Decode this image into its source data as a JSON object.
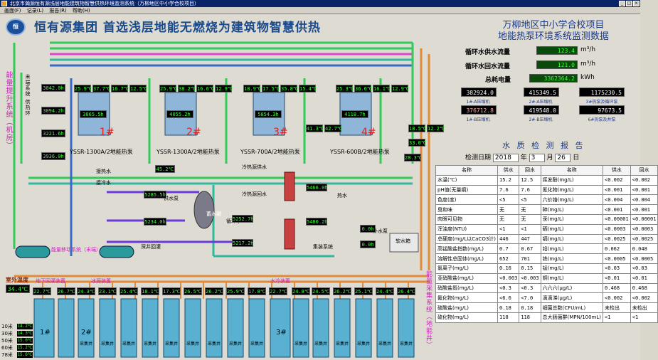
{
  "window": {
    "title": "北京市瀚源恒有源浅层地能建筑物智慧供热环境监测系统（万柳地区中小学合校项目）",
    "menu": [
      "画面(F)",
      "记录(L)",
      "报告(R)",
      "帮助(H)"
    ]
  },
  "header": {
    "logo_text": "恒",
    "title": "恒有源集团   首选浅层地能无燃烧为建筑物智慧供热",
    "project_line1": "万柳地区中小学合校项目",
    "project_line2": "地能热泵环境系统监测数据"
  },
  "flows": [
    {
      "label": "循环水供水流量",
      "value": "123.4",
      "unit": "m³/h"
    },
    {
      "label": "循环水回水流量",
      "value": "121.0",
      "unit": "m³/h"
    },
    {
      "label": "总耗电量",
      "value": "3362364.2",
      "unit": "kWh"
    }
  ],
  "meters": [
    {
      "value": "382924.0",
      "caption": "1#-A压缩机"
    },
    {
      "value": "415349.5",
      "caption": "2#-A压缩机"
    },
    {
      "value": "1175230.5",
      "caption": "3#热泵及循环泵"
    },
    {
      "value": "376712.8",
      "caption": "1#-B压缩机"
    },
    {
      "value": "419548.0",
      "caption": "2#-B压缩机"
    },
    {
      "value": "97673.5",
      "caption": "6#热泵及井泵"
    }
  ],
  "left_titles": {
    "energy_system": "能量提升系统（机房）",
    "user_system": "末端系统 供热环",
    "transfer_system": "能量移动系统（末端）",
    "collect_system": "能量采集系统（地能井）"
  },
  "heat_pumps": [
    {
      "label": "YSSR-1300A/2地能热泵",
      "tag": "1#",
      "power": "3865.5h",
      "temps": [
        "25.9℃",
        "37.7℃",
        "16.7℃",
        "12.5℃"
      ]
    },
    {
      "label": "YSSR-1300A/2地能热泵",
      "tag": "2#",
      "power": "4055.2h",
      "temps": [
        "25.9℃",
        "38.2℃",
        "16.6℃",
        "12.9℃"
      ]
    },
    {
      "label": "YSSR-700A/2地能热泵",
      "tag": "3#",
      "power": "5854.3h",
      "temps": [
        "18.9℃",
        "17.5℃",
        "35.8℃",
        "15.4℃"
      ]
    },
    {
      "label": "YSSR-600B/2地能热泵",
      "tag": "4#",
      "power": "4118.7h",
      "temps": [
        "25.3℃",
        "36.6℃",
        "16.1℃",
        "12.9℃"
      ]
    }
  ],
  "left_pumps": [
    "3842.0h",
    "3094.2h",
    "3221.6h",
    "3936.0h"
  ],
  "middle": {
    "labels": {
      "hot_water": "热水",
      "circ_water": "循环水",
      "water_tank": "蓄水罐",
      "hot_supply": "冷热源供水",
      "hot_return": "冷热源回水",
      "deep_water": "深井回灌",
      "supply_pump": "供水泵",
      "makeup_pump": "补水泵",
      "soft_tank": "软水箱",
      "boost_pump": "集装系统",
      "in_water": "接热水",
      "out_water": "接冷水"
    },
    "values": [
      "5285.5h",
      "5234.0h",
      "5252.7h",
      "5217.2h",
      "5466.0h",
      "5480.2h",
      "0.0h",
      "0.0h",
      "45.2℃"
    ],
    "supply_temps": [
      "41.3℃",
      "42.7℃",
      "18.5℃",
      "12.2℃",
      "33.0℃",
      "28.3℃"
    ]
  },
  "water_quality": {
    "title": "水 质 检 测 报 告",
    "date_label": "检测日期",
    "year": "2018",
    "year_suffix": "年",
    "month": "3",
    "month_suffix": "月",
    "day": "26",
    "day_suffix": "日",
    "headers": [
      "名称",
      "供水",
      "回水",
      "名称",
      "供水",
      "回水"
    ],
    "rows": [
      [
        "水温(℃)",
        "15.2",
        "12.5",
        "挥发酚(mg/L)",
        "<0.002",
        "<0.002"
      ],
      [
        "pH值(无量纲)",
        "7.6",
        "7.6",
        "氰化物(mg/L)",
        "<0.001",
        "<0.001"
      ],
      [
        "色度(度)",
        "<5",
        "<5",
        "六价铬(mg/L)",
        "<0.004",
        "<0.004"
      ],
      [
        "臭和味",
        "无",
        "无",
        "砷(mg/L)",
        "<0.001",
        "<0.001"
      ],
      [
        "肉眼可见物",
        "无",
        "无",
        "汞(mg/L)",
        "<0.00001",
        "<0.00001"
      ],
      [
        "浑浊度(NTU)",
        "<1",
        "<1",
        "硒(mg/L)",
        "<0.0003",
        "<0.0003"
      ],
      [
        "总硬度(mg/L以CaCO3计)",
        "446",
        "447",
        "镉(mg/L)",
        "<0.0025",
        "<0.0025"
      ],
      [
        "高锰酸盐指数(mg/L)",
        "0.7",
        "0.67",
        "铅(mg/L)",
        "0.062",
        "0.048"
      ],
      [
        "溶解性总固体(mg/L)",
        "652",
        "701",
        "铁(mg/L)",
        "<0.0005",
        "<0.0005"
      ],
      [
        "氯离子(mg/L)",
        "0.16",
        "0.15",
        "锰(mg/L)",
        "<0.03",
        "<0.03"
      ],
      [
        "亚硝酸盐(mg/L)",
        "<0.003",
        "<0.003",
        "铜(mg/L)",
        "<0.01",
        "<0.01"
      ],
      [
        "硝酸盐氮(mg/L)",
        "<0.3",
        "<0.3",
        "六六六(μg/L)",
        "0.468",
        "0.468"
      ],
      [
        "氟化物(mg/L)",
        "<6.6",
        "<7.0",
        "滴滴涕(μg/L)",
        "<0.002",
        "<0.002"
      ],
      [
        "硫酸盐(mg/L)",
        "0.18",
        "0.18",
        "细菌总数(CFU/mL)",
        "未检出",
        "未检出"
      ],
      [
        "硫化物(mg/L)",
        "118",
        "118",
        "总大肠菌群(MPN/100mL)",
        "<1",
        "<1"
      ]
    ]
  },
  "ground": {
    "ambient_label": "室外温度",
    "ambient_temp": "34.4℃",
    "well_labels": [
      "地下回灌装置",
      "冰源装置",
      "水冷装置"
    ],
    "well_numbers": [
      "1#",
      "2#",
      "3#"
    ],
    "wells_caption": "采集井",
    "well_temps": [
      "22.7℃",
      "26.7℃",
      "24.3℃",
      "23.1℃",
      "25.4℃",
      "18.1℃",
      "17.3℃",
      "26.5℃",
      "26.2℃",
      "25.9℃",
      "17.8℃",
      "22.7℃",
      "24.8℃",
      "24.5℃",
      "26.2℃",
      "25.1℃",
      "24.4℃",
      "26.4℃"
    ],
    "depths": [
      {
        "label": "10米",
        "value": "14.2℃"
      },
      {
        "label": "30米",
        "value": "14.3℃"
      },
      {
        "label": "50米",
        "value": "15.0℃"
      },
      {
        "label": "60米",
        "value": "15.2℃"
      },
      {
        "label": "78米",
        "value": "15.6℃"
      }
    ]
  },
  "colors": {
    "pipe_green": "#33c85a",
    "pipe_teal": "#33b8a0",
    "pipe_orange": "#e08a3a",
    "pipe_pink": "#d848c8",
    "pipe_blue": "#3a6ac8"
  }
}
